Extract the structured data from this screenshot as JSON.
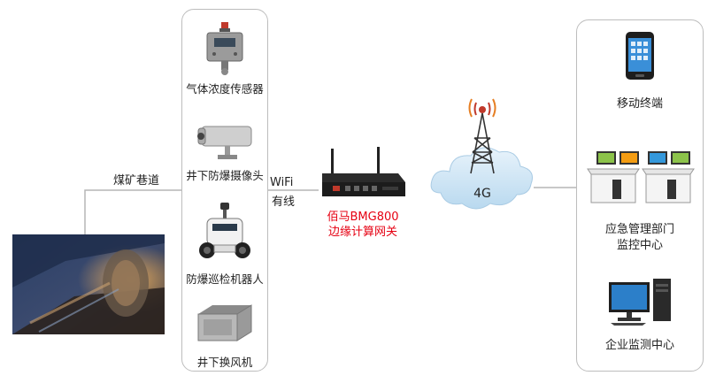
{
  "mine_tunnel_label": "煤矿巷道",
  "sensors": [
    {
      "label": "气体浓度传感器",
      "icon": "gas-sensor-icon"
    },
    {
      "label": "井下防爆摄像头",
      "icon": "camera-icon"
    },
    {
      "label": "防爆巡检机器人",
      "icon": "robot-icon"
    },
    {
      "label": "井下换风机",
      "icon": "ventilator-icon"
    }
  ],
  "link": {
    "wifi": "WiFi",
    "wired": "有线"
  },
  "gateway": {
    "line1": "佰马BMG800",
    "line2": "边缘计算网关",
    "color": "#e60012"
  },
  "network": {
    "label": "4G"
  },
  "clients": [
    {
      "label": "移动终端",
      "icon": "mobile-phone-icon"
    },
    {
      "label_line1": "应急管理部门",
      "label_line2": "监控中心",
      "icon": "monitoring-center-icon"
    },
    {
      "label": "企业监测中心",
      "icon": "desktop-computer-icon"
    }
  ]
}
